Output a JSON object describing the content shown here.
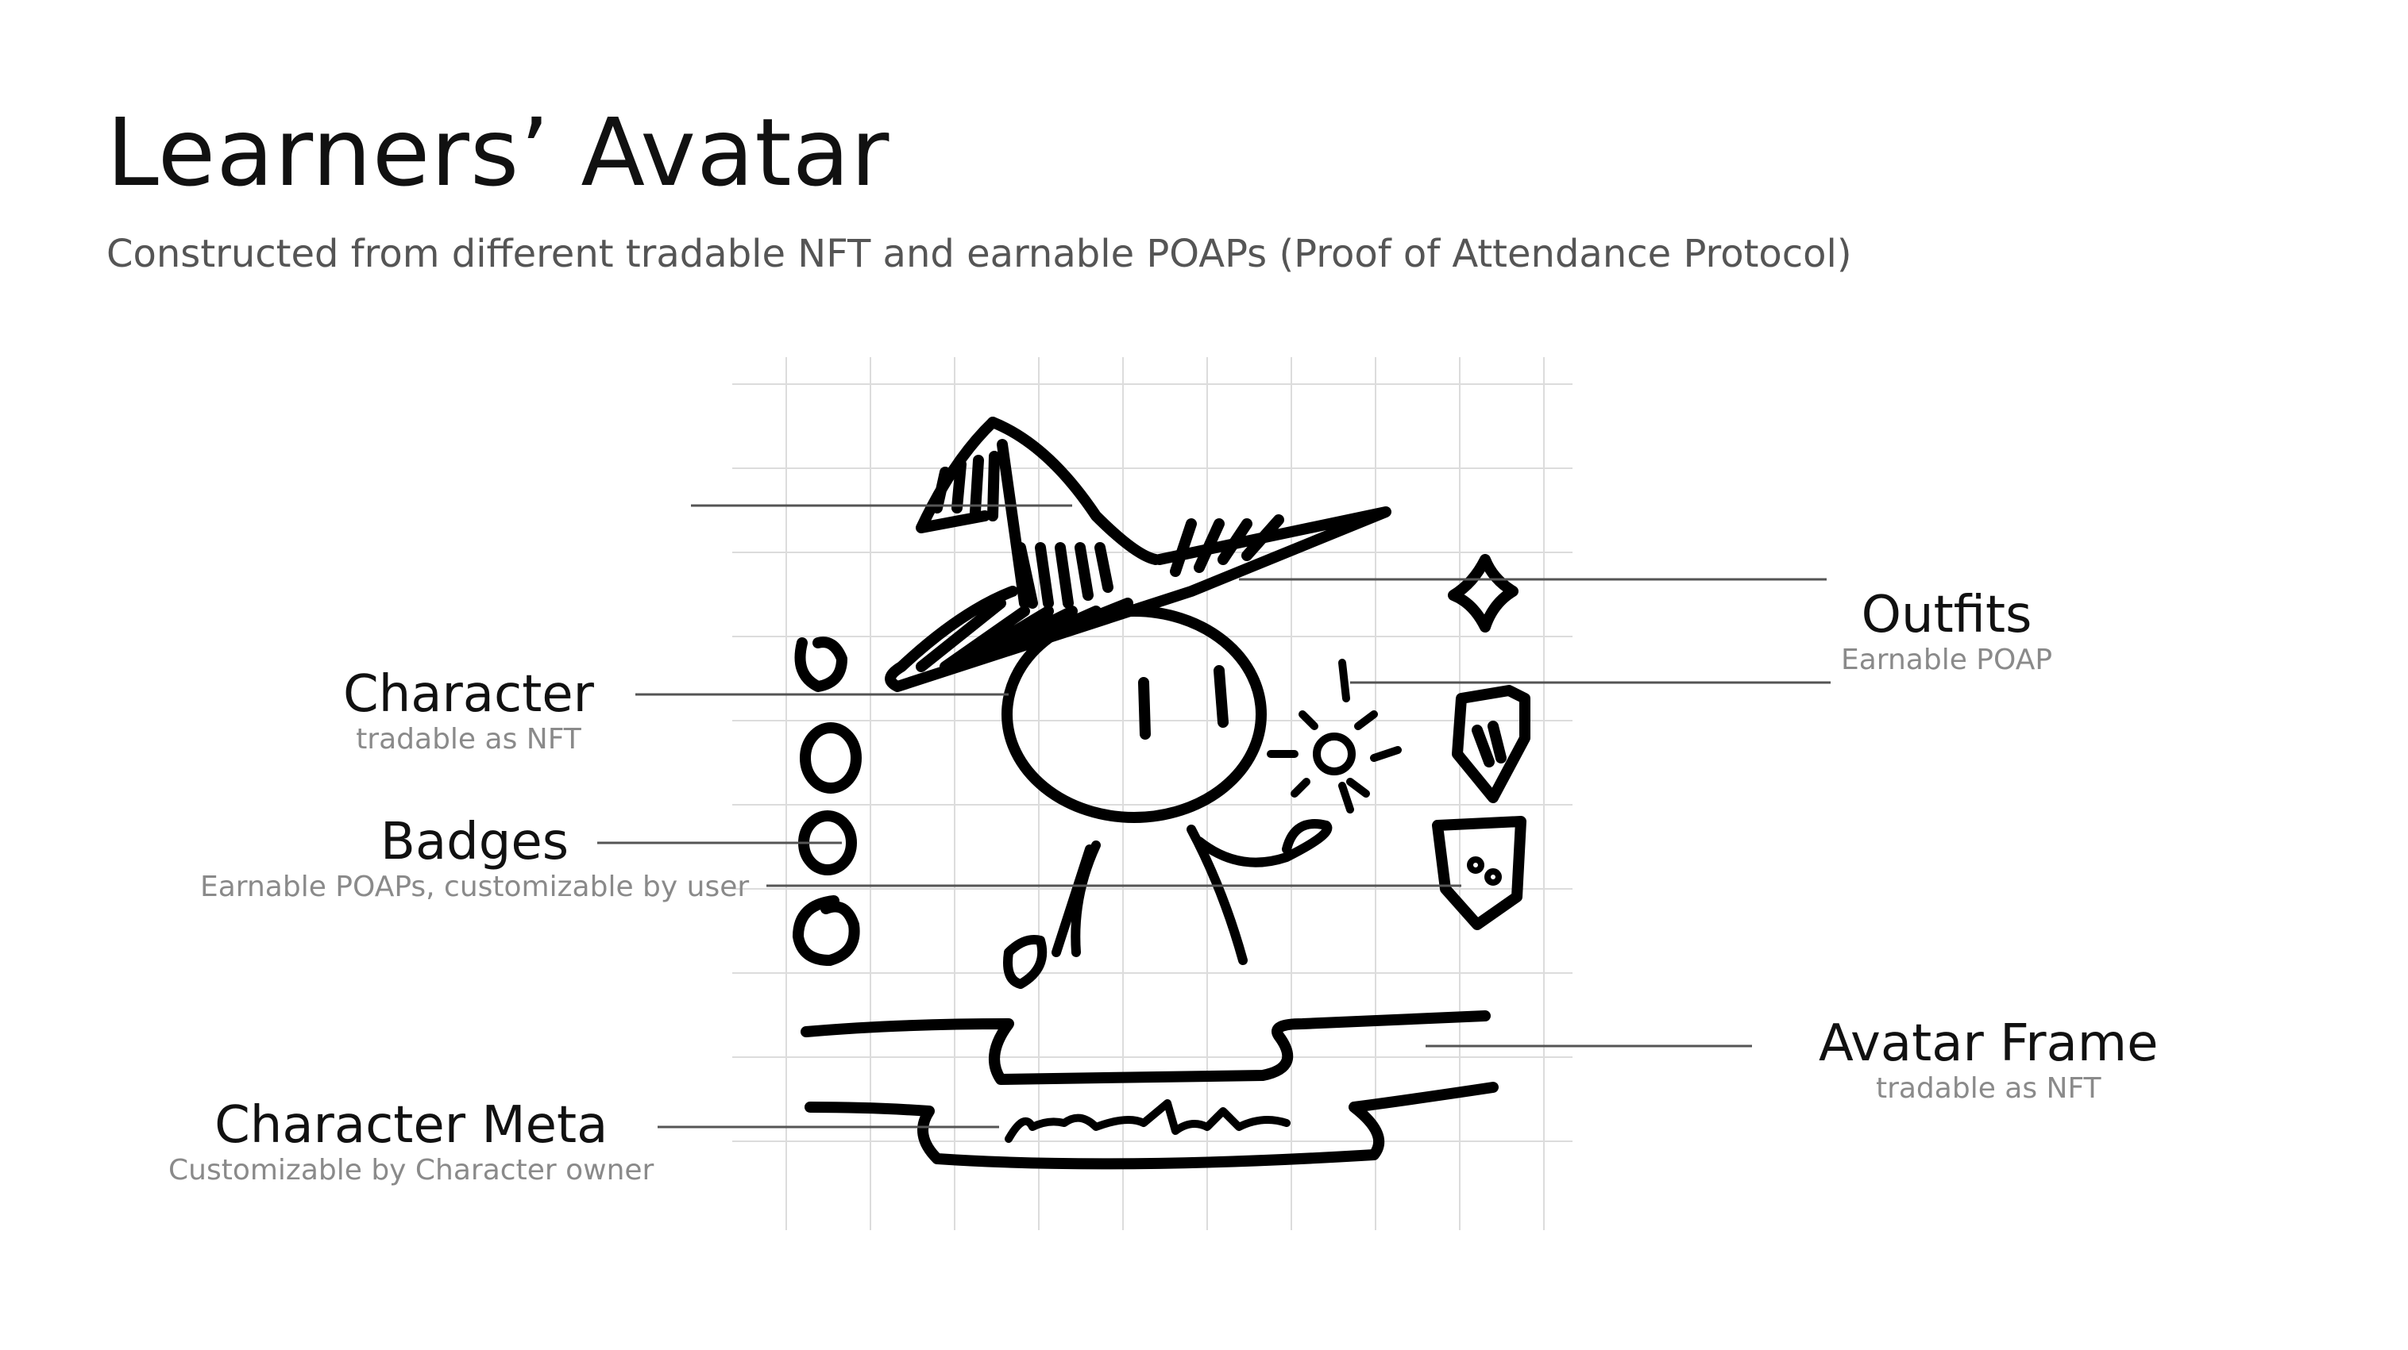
{
  "slide": {
    "title": "Learners’ Avatar",
    "subtitle": "Constructed from different tradable NFT and earnable POAPs (Proof of Attendance Protocol)"
  },
  "labels": {
    "character": {
      "title": "Character",
      "subtitle": "tradable as NFT"
    },
    "badges": {
      "title": "Badges",
      "subtitle": "Earnable POAPs, customizable by user"
    },
    "character_meta": {
      "title": "Character Meta",
      "subtitle": "Customizable by Character owner"
    },
    "outfits": {
      "title": "Outfits",
      "subtitle": "Earnable POAP"
    },
    "avatar_frame": {
      "title": "Avatar Frame",
      "subtitle": "tradable as NFT"
    }
  },
  "sketch": {
    "grid_color": "#dcdcdc",
    "ink_color": "#000000",
    "leader_line_color": "#555555"
  }
}
